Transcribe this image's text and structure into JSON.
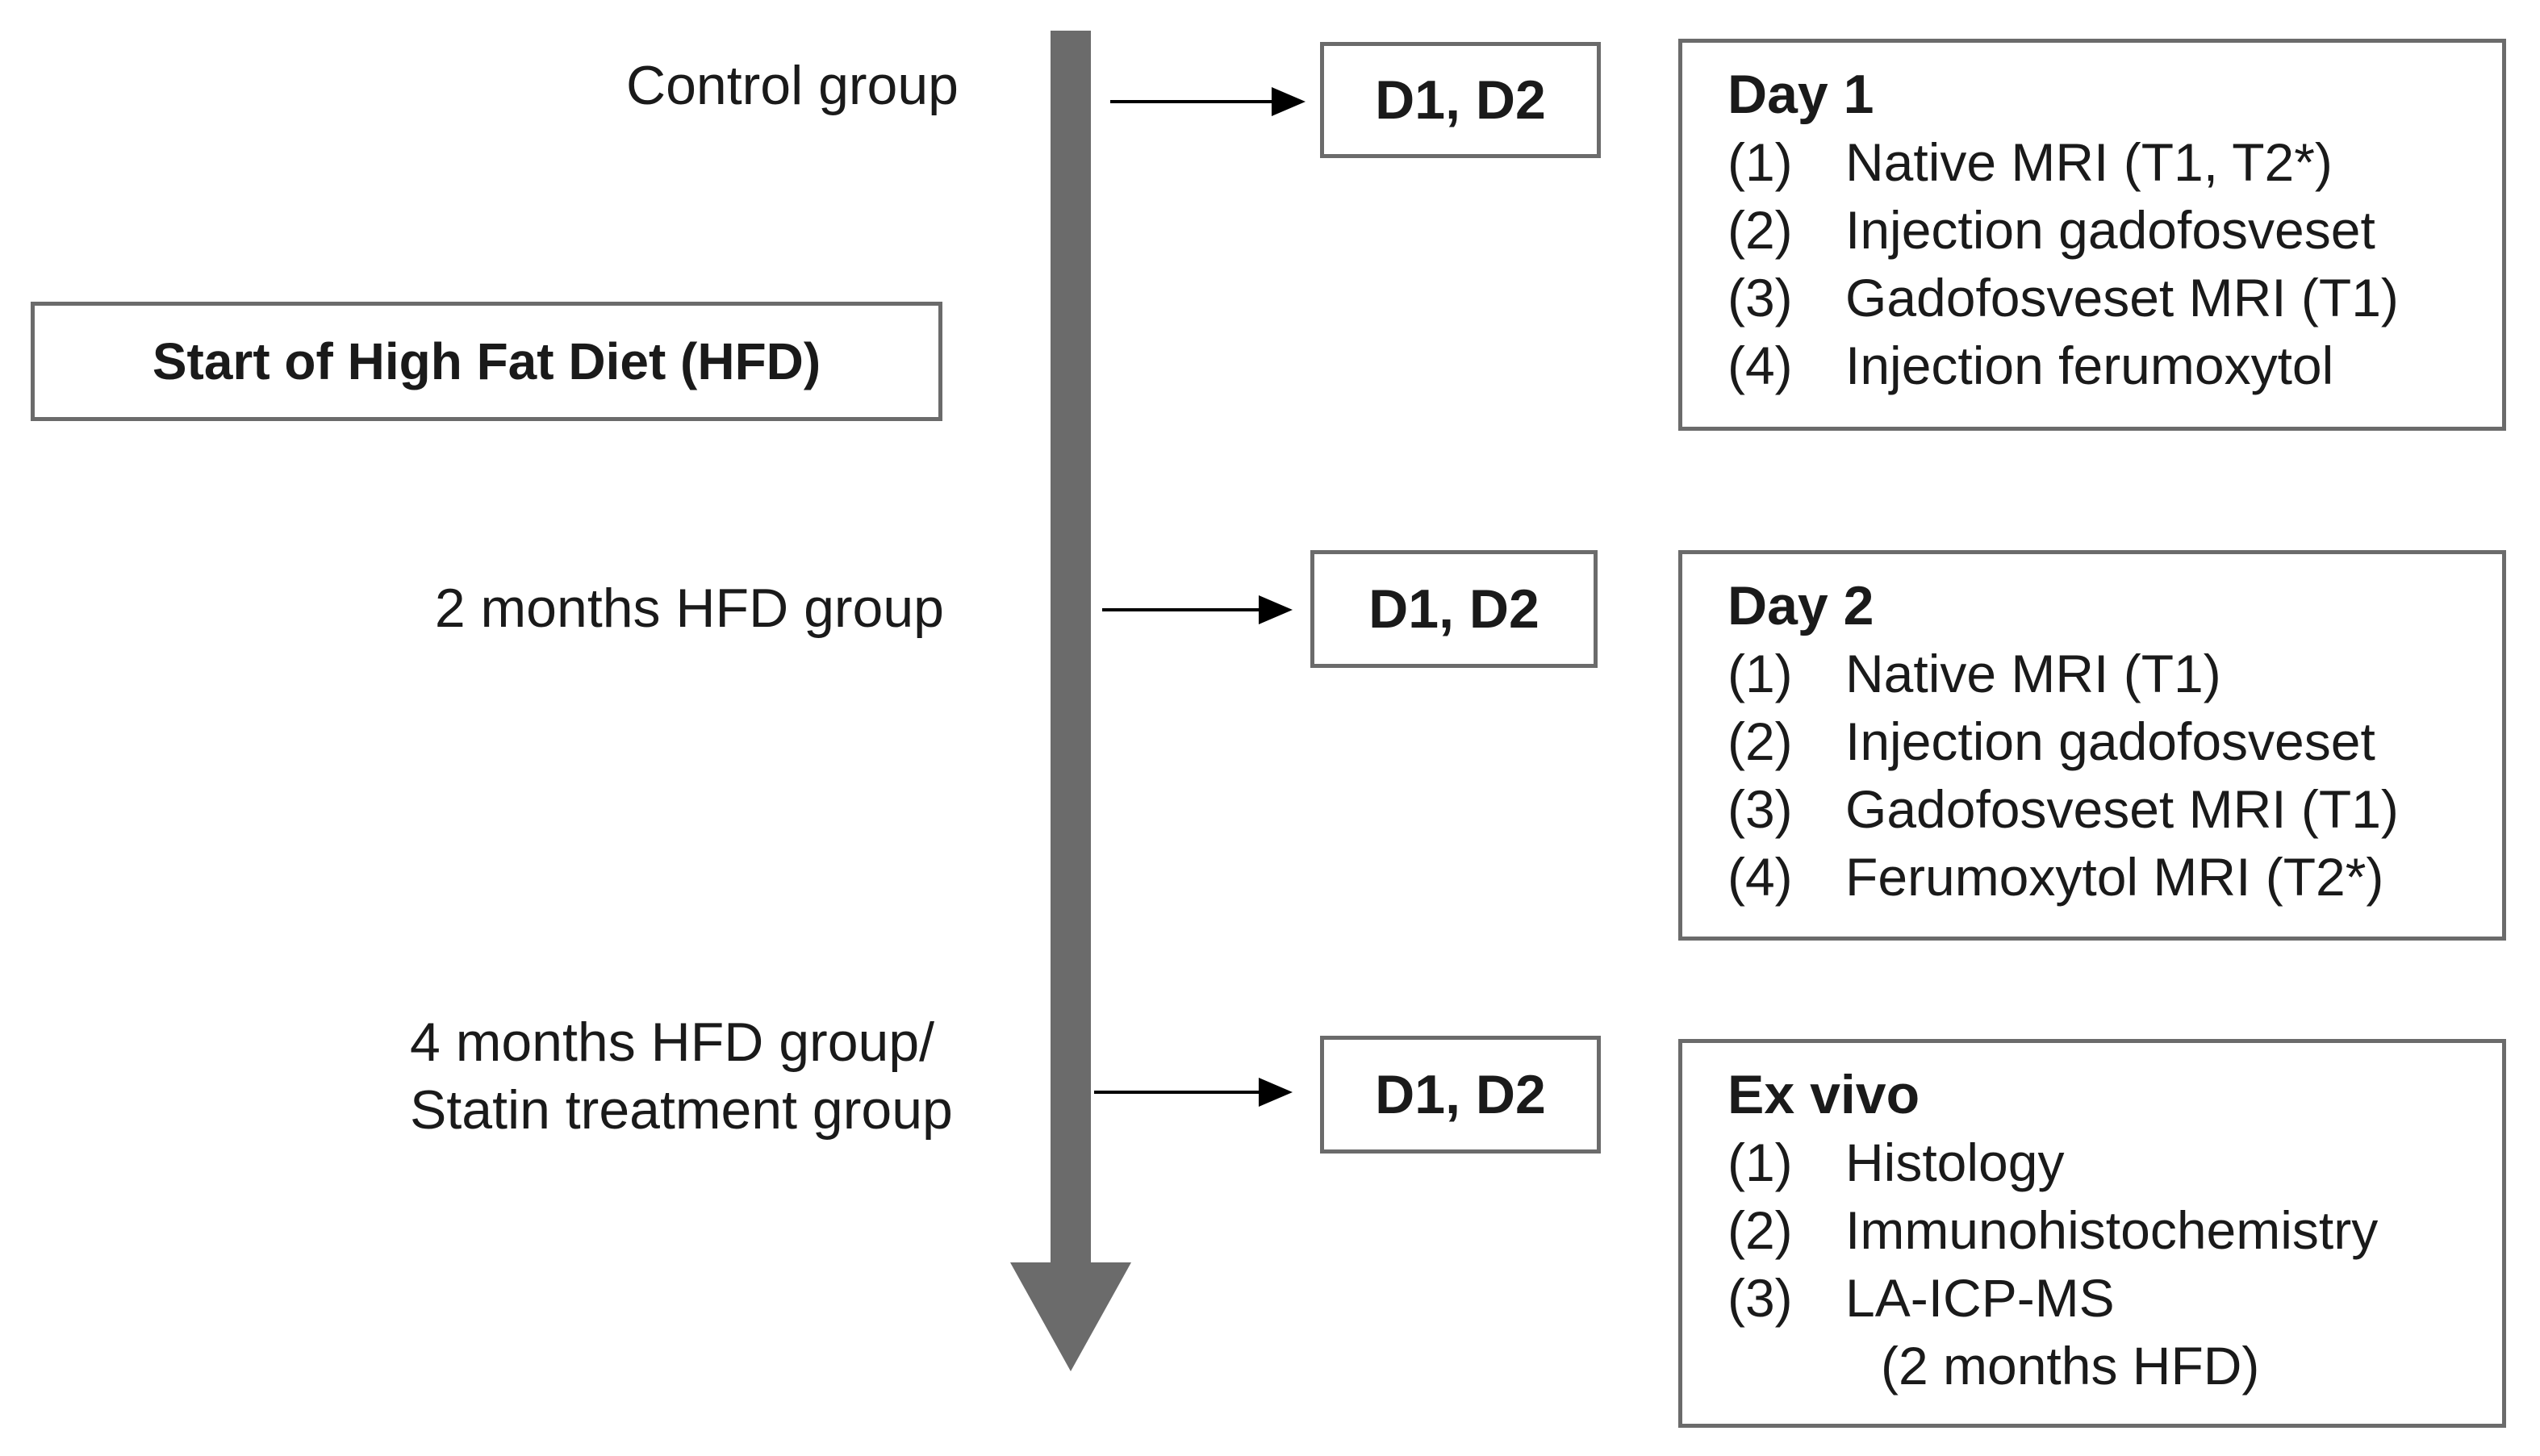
{
  "timeline": {
    "groups": [
      {
        "label": "Control group",
        "badge": "D1, D2"
      },
      {
        "label": "2 months HFD group",
        "badge": "D1, D2"
      },
      {
        "label_line1": "4 months HFD group/",
        "label_line2": "Statin treatment group",
        "badge": "D1, D2"
      }
    ],
    "start_label": "Start of High Fat Diet (HFD)"
  },
  "panels": [
    {
      "title": "Day 1",
      "steps": [
        {
          "num": "(1)",
          "text": "Native MRI (T1, T2*)"
        },
        {
          "num": "(2)",
          "text": "Injection gadofosveset"
        },
        {
          "num": "(3)",
          "text": "Gadofosveset MRI (T1)"
        },
        {
          "num": "(4)",
          "text": "Injection ferumoxytol"
        }
      ]
    },
    {
      "title": "Day 2",
      "steps": [
        {
          "num": "(1)",
          "text": "Native MRI (T1)"
        },
        {
          "num": "(2)",
          "text": "Injection gadofosveset"
        },
        {
          "num": "(3)",
          "text": "Gadofosveset MRI (T1)"
        },
        {
          "num": "(4)",
          "text": "Ferumoxytol MRI (T2*)"
        }
      ]
    },
    {
      "title": "Ex vivo",
      "steps": [
        {
          "num": "(1)",
          "text": "Histology"
        },
        {
          "num": "(2)",
          "text": "Immunohistochemistry"
        },
        {
          "num": "(3)",
          "text": "LA-ICP-MS"
        }
      ],
      "continuation": "(2 months HFD)"
    }
  ],
  "colors": {
    "timeline_arrow": "#6b6b6b",
    "box_border": "#6b6b6b",
    "connector": "#000000"
  }
}
